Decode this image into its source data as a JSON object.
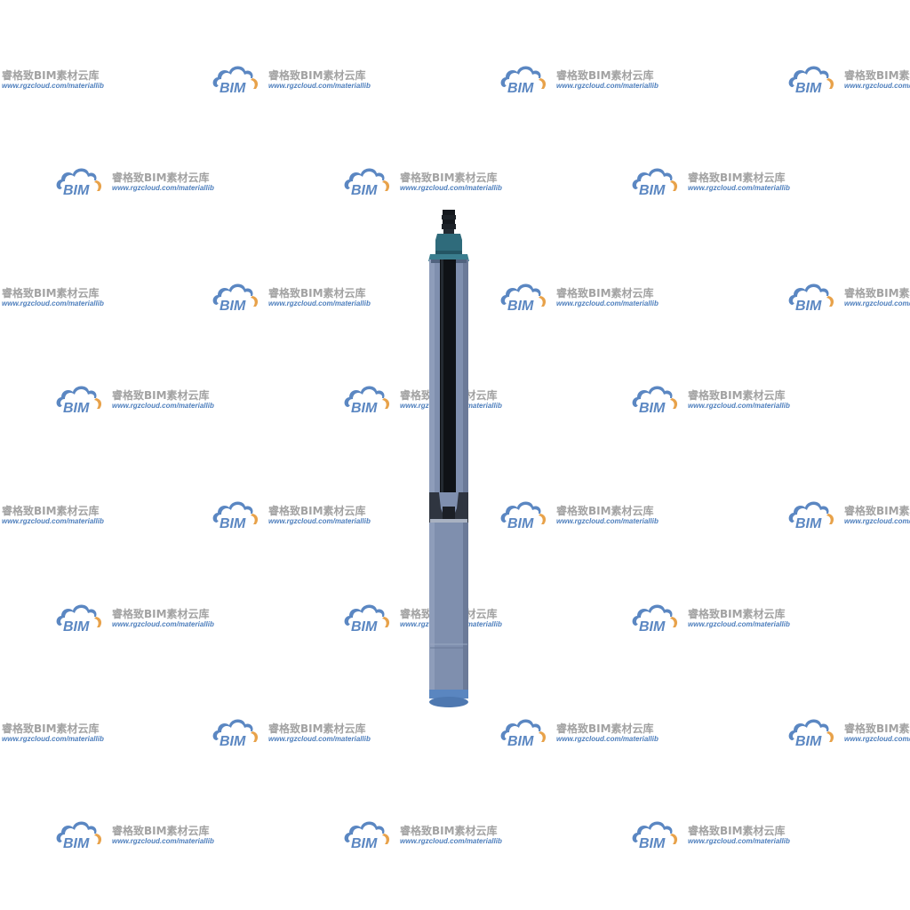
{
  "watermark": {
    "logo_text": "BIM",
    "title": "睿格致BIM素材云库",
    "url": "www.rgzcloud.com/materiallib",
    "icon": "cloud-bim-logo-icon",
    "colors": {
      "cloud": "#5b87c2",
      "arc": "#e8a24a",
      "title": "#a2a2a2",
      "url": "#4e7fbd"
    }
  },
  "object": {
    "name": "submersible-pump-model",
    "colors": {
      "body": "#7f8fae",
      "body_dark": "#6b7a98",
      "cable": "#0f1216",
      "head": "#2f6b7b",
      "coupling": "#2f3540",
      "base": "#5a86c0"
    }
  }
}
